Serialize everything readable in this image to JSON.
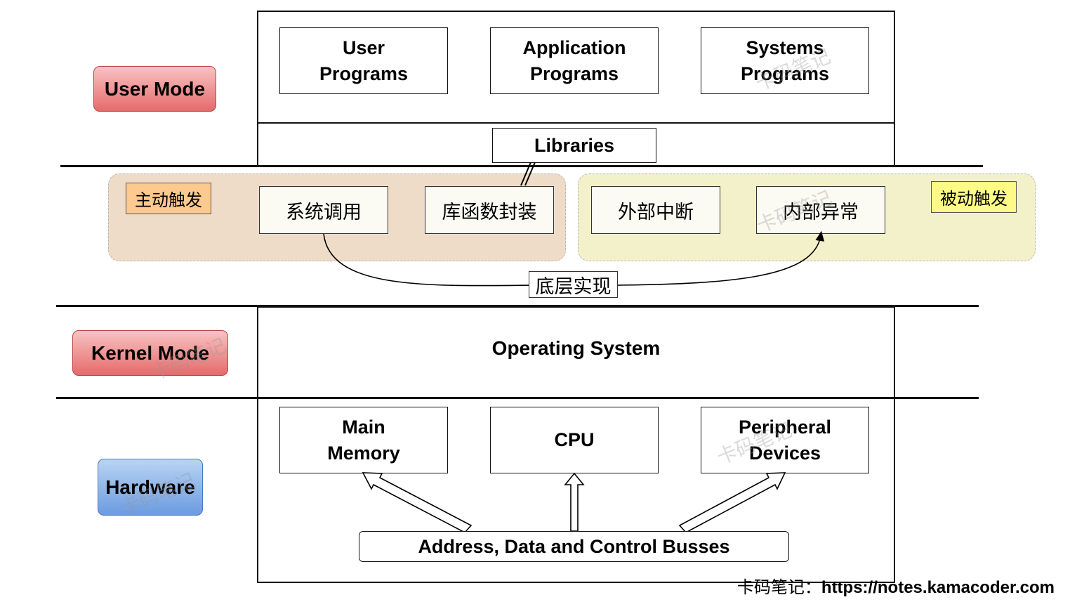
{
  "modes": {
    "user": "User Mode",
    "kernel": "Kernel Mode",
    "hardware": "Hardware"
  },
  "user_layer": {
    "boxes": [
      "User\nPrograms",
      "Application\nPrograms",
      "Systems\nPrograms"
    ],
    "libraries": "Libraries"
  },
  "middle": {
    "active_tag": "主动触发",
    "passive_tag": "被动触发",
    "active_items": [
      "系统调用",
      "库函数封装"
    ],
    "passive_items": [
      "外部中断",
      "内部异常"
    ],
    "impl_label": "底层实现"
  },
  "kernel_layer": {
    "os": "Operating System"
  },
  "hardware_layer": {
    "boxes": [
      "Main\nMemory",
      "CPU",
      "Peripheral\nDevices"
    ],
    "bus": "Address, Data and Control Busses"
  },
  "watermark": "卡码笔记",
  "footer": {
    "prefix": "卡码笔记：",
    "url": "https://notes.kamacoder.com"
  },
  "colors": {
    "mode_red": "#e56b6b",
    "mode_blue": "#6c9be0",
    "active_zone": "#efdcc8",
    "passive_zone": "#f2f1ca",
    "active_tag": "#fcc98f",
    "passive_tag": "#fdfb86"
  }
}
